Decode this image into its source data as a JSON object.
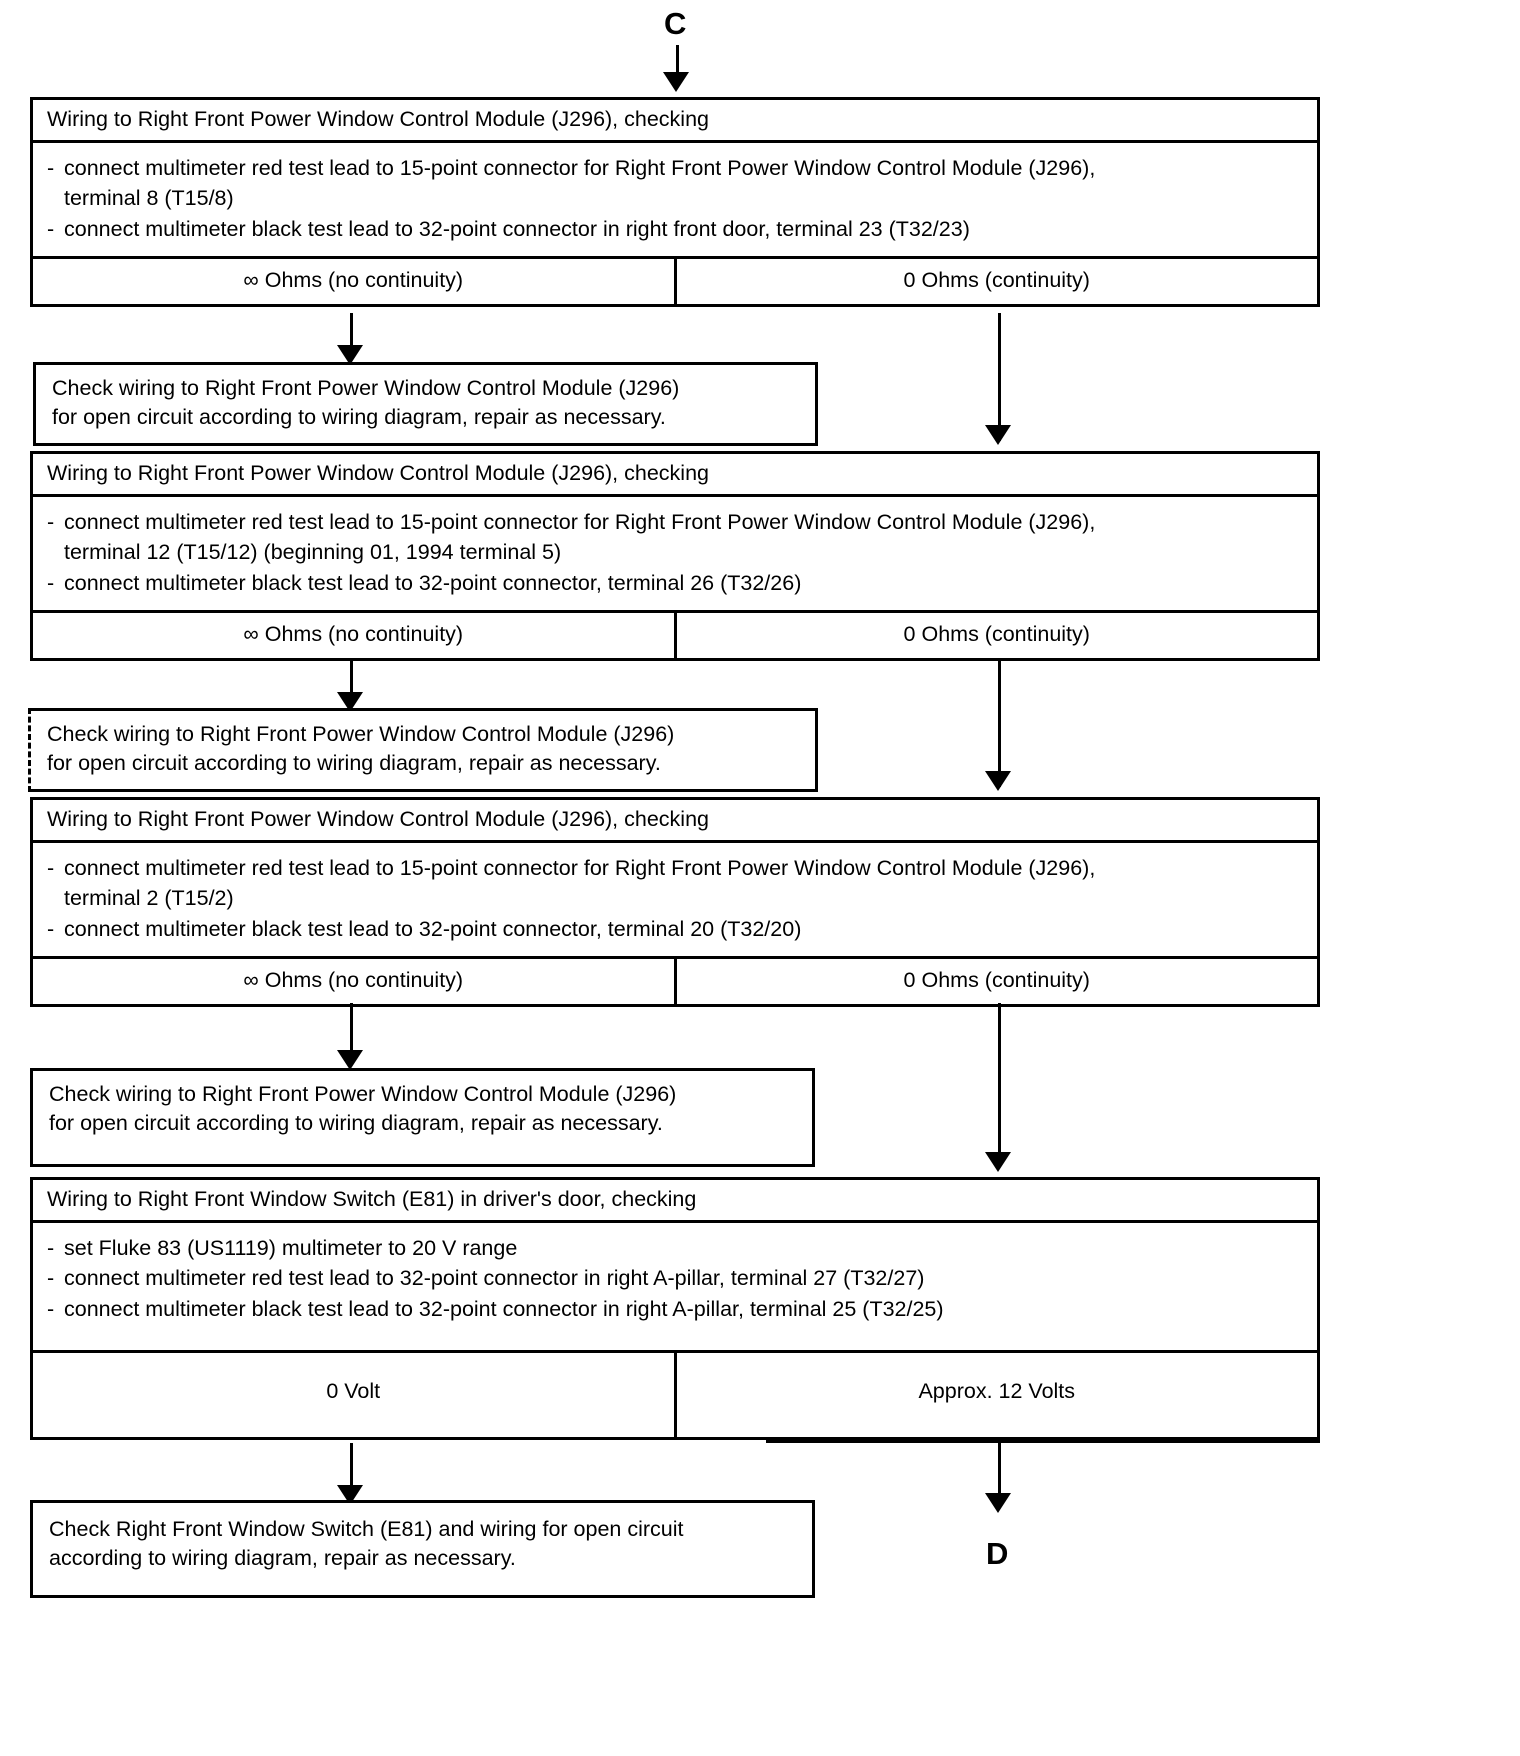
{
  "document": {
    "type": "wiring-diagnostic-flowchart",
    "entry_connector": "C",
    "exit_connector": "D"
  },
  "blocks": [
    {
      "id": "test-1",
      "kind": "test",
      "title": "Wiring to Right Front Power Window Control Module (J296), checking",
      "steps": [
        {
          "bullet": "-",
          "line1": "connect multimeter red test lead to 15-point connector for Right Front Power Window Control Module (J296),",
          "line2": "terminal 8 (T15/8)"
        },
        {
          "bullet": "-",
          "line1": "connect multimeter black test lead to 32-point connector in right front door, terminal 23 (T32/23)",
          "line2": ""
        }
      ],
      "results": {
        "left": "∞ Ohms  (no continuity)",
        "right": "0 Ohms  (continuity)"
      }
    },
    {
      "id": "action-1",
      "kind": "action",
      "line1": "Check wiring to Right Front Power Window Control Module (J296)",
      "line2": "for open circuit according to wiring diagram, repair as  necessary."
    },
    {
      "id": "test-2",
      "kind": "test",
      "title": "Wiring to Right Front Power Window Control Module (J296), checking",
      "steps": [
        {
          "bullet": "-",
          "line1": "connect multimeter red test lead to 15-point connector for Right Front Power Window Control Module (J296),",
          "line2": "terminal 12 (T15/12)  (beginning 01, 1994 terminal 5)"
        },
        {
          "bullet": "-",
          "line1": "connect multimeter black test lead to 32-point connector, terminal 26 (T32/26)",
          "line2": ""
        }
      ],
      "results": {
        "left": "∞ Ohms  (no continuity)",
        "right": "0 Ohms  (continuity)"
      }
    },
    {
      "id": "action-2",
      "kind": "action",
      "line1": "Check wiring to Right Front Power Window Control Module (J296)",
      "line2": "for open circuit according to wiring diagram, repair as  necessary."
    },
    {
      "id": "test-3",
      "kind": "test",
      "title": "Wiring to Right Front Power Window Control Module (J296), checking",
      "steps": [
        {
          "bullet": "-",
          "line1": "connect multimeter red test lead to 15-point connector for Right Front Power Window Control Module (J296),",
          "line2": "terminal 2 (T15/2)"
        },
        {
          "bullet": "-",
          "line1": "connect multimeter black test lead  to 32-point connector, terminal 20 (T32/20)",
          "line2": ""
        }
      ],
      "results": {
        "left": "∞ Ohms  (no continuity)",
        "right": "0 Ohms  (continuity)"
      }
    },
    {
      "id": "action-3",
      "kind": "action",
      "line1": "Check wiring  to  Right Front Power Window Control Module (J296)",
      "line2": "for open circuit according to wiring diagram, repair as  necessary."
    },
    {
      "id": "test-4",
      "kind": "test",
      "title": "Wiring to Right Front Window Switch (E81) in driver's door, checking",
      "steps": [
        {
          "bullet": "-",
          "line1": "set  Fluke 83  (US1119) multimeter to 20 V range",
          "line2": ""
        },
        {
          "bullet": "-",
          "line1": "connect multimeter red test lead to 32-point connector in right A-pillar, terminal 27 (T32/27)",
          "line2": ""
        },
        {
          "bullet": "-",
          "line1": "connect multimeter black test lead to 32-point connector in right A-pillar, terminal 25 (T32/25)",
          "line2": ""
        }
      ],
      "results": {
        "left": "0 Volt",
        "right": "Approx. 12 Volts"
      }
    },
    {
      "id": "action-4",
      "kind": "action",
      "line1": "Check  Right Front Window Switch (E81) and wiring for open circuit",
      "line2": "according to wiring diagram, repair as  necessary."
    }
  ],
  "colors": {
    "ink": "#000000",
    "paper": "#ffffff"
  }
}
